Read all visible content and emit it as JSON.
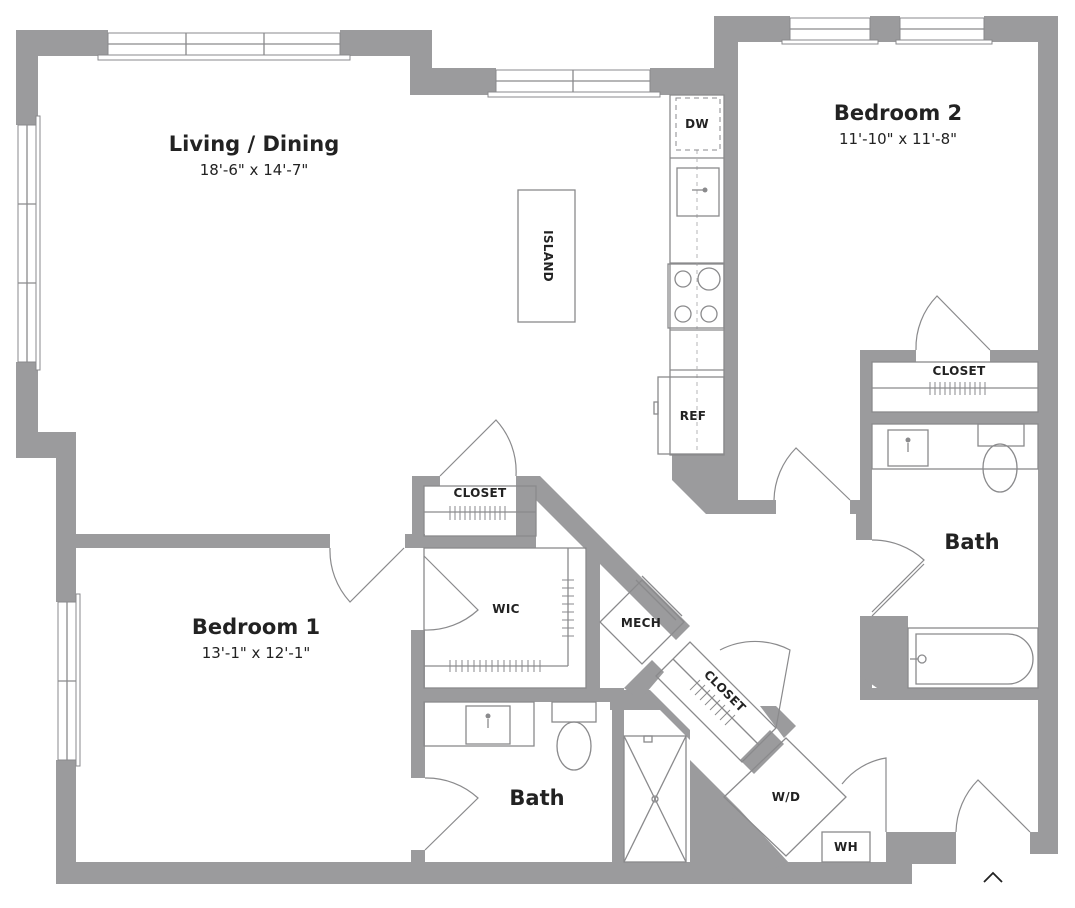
{
  "rooms": {
    "living": {
      "name": "Living / Dining",
      "dims": "18'-6\" x 14'-7\""
    },
    "bedroom2": {
      "name": "Bedroom 2",
      "dims": "11'-10\" x 11'-8\""
    },
    "bedroom1": {
      "name": "Bedroom 1",
      "dims": "13'-1\" x 12'-1\""
    },
    "bath2": {
      "name": "Bath"
    },
    "bath1": {
      "name": "Bath"
    }
  },
  "labels": {
    "island": "ISLAND",
    "dishwasher": "DW",
    "refrigerator": "REF",
    "closet_bedroom2": "CLOSET",
    "closet_hall": "CLOSET",
    "closet_diagonal": "CLOSET",
    "walk_in_closet": "WIC",
    "mechanical": "MECH",
    "washer_dryer": "W/D",
    "water_heater": "WH"
  },
  "icons": {
    "entry": "chevron-up-icon"
  },
  "colors": {
    "wall": "#9b9b9d",
    "background": "#ffffff",
    "text": "#222222"
  }
}
